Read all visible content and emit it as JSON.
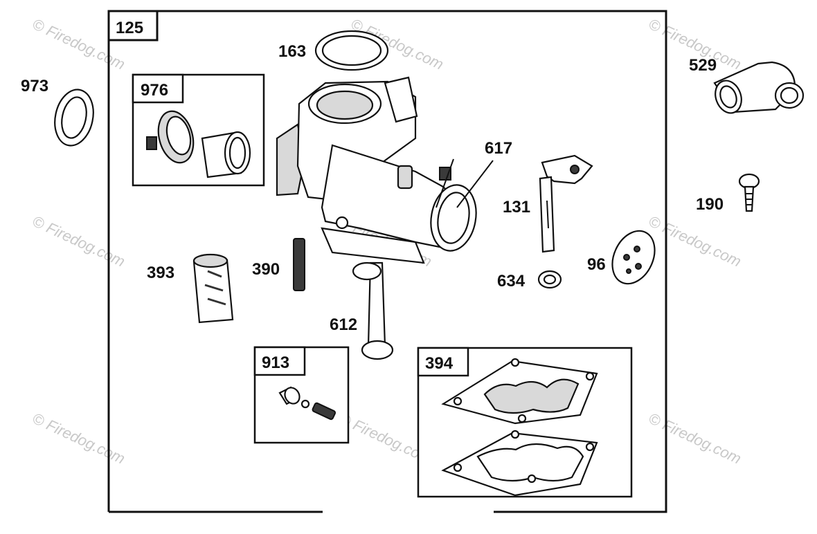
{
  "watermark": "© Firedog.com",
  "groups": {
    "main": "125",
    "air_horn_kit": "976",
    "needle_kit": "913",
    "gasket_kit": "394"
  },
  "parts": {
    "p163": "163",
    "p973": "973",
    "p529": "529",
    "p617": "617",
    "p131": "131",
    "p190": "190",
    "p393": "393",
    "p390": "390",
    "p96": "96",
    "p634": "634",
    "p612": "612"
  }
}
